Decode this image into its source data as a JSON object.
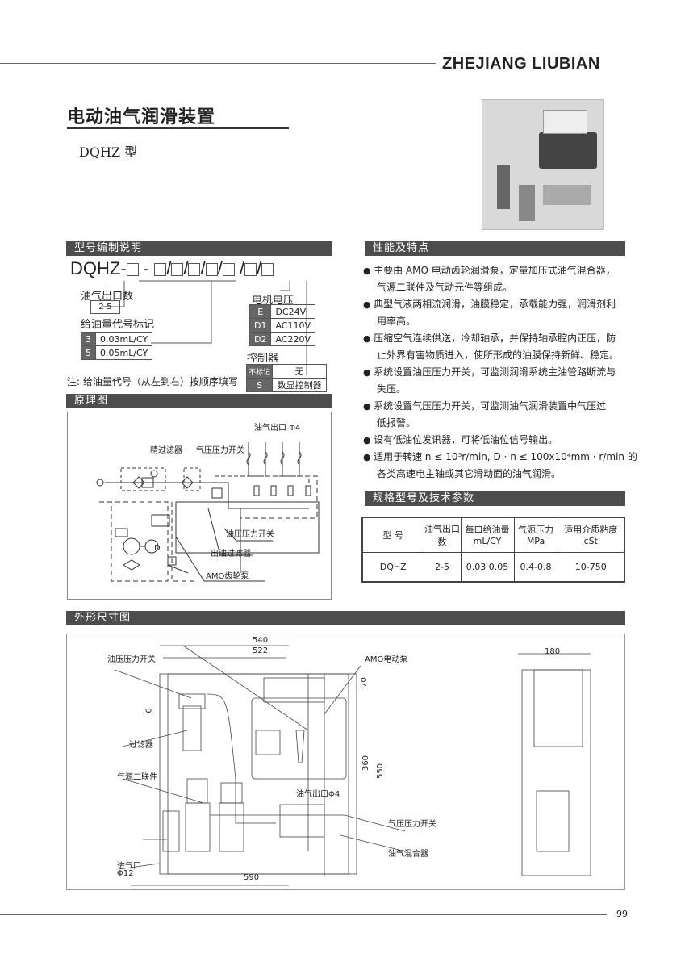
{
  "header": {
    "brand": "ZHEJIANG LIUBIAN",
    "title": "电动油气润滑装置",
    "subtitle": "DQHZ 型"
  },
  "model_code": {
    "section": "型号编制说明",
    "prefix": "DQHZ-",
    "outlets_label": "油气出口数",
    "outlets_value": "2-5",
    "feed_label": "给油量代号标记",
    "feed_rows": [
      {
        "code": "3",
        "value": "0.03mL/CY"
      },
      {
        "code": "5",
        "value": "0.05mL/CY"
      }
    ],
    "voltage_label": "电机电压",
    "voltage_rows": [
      {
        "code": "E",
        "value": "DC24V"
      },
      {
        "code": "D1",
        "value": "AC110V"
      },
      {
        "code": "D2",
        "value": "AC220V"
      }
    ],
    "controller_label": "控制器",
    "controller_rows": [
      {
        "code": "不标记",
        "value": "无"
      },
      {
        "code": "S",
        "value": "数显控制器"
      }
    ],
    "note": "注: 给油量代号（从左到右）按顺序填写"
  },
  "features": {
    "section": "性能及特点",
    "lines": [
      {
        "b": true,
        "t": "主要由 AMO 电动齿轮润滑泵，定量加压式油气混合器，"
      },
      {
        "b": false,
        "t": "气源二联件及气动元件等组成。"
      },
      {
        "b": true,
        "t": "典型气液两相流润滑，油膜稳定，承载能力强，润滑剂利"
      },
      {
        "b": false,
        "t": "用率高。"
      },
      {
        "b": true,
        "t": "压缩空气连续供送，冷却轴承，并保持轴承腔内正压，防"
      },
      {
        "b": false,
        "t": "止外界有害物质进入，使所形成的油膜保持新鲜、稳定。"
      },
      {
        "b": true,
        "t": "系统设置油压压力开关，可监测润滑系统主油管路断流与"
      },
      {
        "b": false,
        "t": "失压。"
      },
      {
        "b": true,
        "t": " 系统设置气压压力开关，可监测油气润滑装置中气压过"
      },
      {
        "b": false,
        "t": "低报警。"
      },
      {
        "b": true,
        "t": "设有低油位发讯器，可将低油位信号输出。"
      },
      {
        "b": true,
        "t": "适用于转速 n ≤ 10⁵r/min, D · n ≤ 100x10⁴mm · r/min 的"
      },
      {
        "b": false,
        "t": "各类高速电主轴或其它滑动面的油气润滑。"
      }
    ]
  },
  "schematic": {
    "section": "原理图",
    "labels": {
      "outlet": "油气出口 Φ4",
      "fine_filter": "精过滤器",
      "air_switch": "气压压力开关",
      "oil_switch": "油压压力开关",
      "out_filter": "出油过滤器",
      "pump": "AMO齿轮泵",
      "motor": "D"
    }
  },
  "spec": {
    "section": "规格型号及技术参数",
    "headers": [
      "型 号",
      "油气出口数",
      "每口给油量 mL/CY",
      "气源压力 MPa",
      "适用介质粘度 cSt"
    ],
    "row": [
      "DQHZ",
      "2-5",
      "0.03  0.05",
      "0.4-0.8",
      "10-750"
    ]
  },
  "dimensions": {
    "section": "外形尺寸图",
    "values": {
      "w540": "540",
      "w522": "522",
      "w590": "590",
      "h70": "70",
      "h360": "360",
      "h550": "550",
      "h9": "9",
      "w180": "180"
    },
    "labels": {
      "oil_switch": "油压压力开关",
      "pump": "AMO电动泵",
      "filter": "过滤器",
      "air_unit": "气源二联件",
      "outlet": "油气出口Φ4",
      "air_switch": "气压压力开关",
      "mixer": "油气混合器",
      "inlet": "进气口",
      "inlet_size": "Φ12"
    }
  },
  "footer": {
    "page": "99"
  }
}
